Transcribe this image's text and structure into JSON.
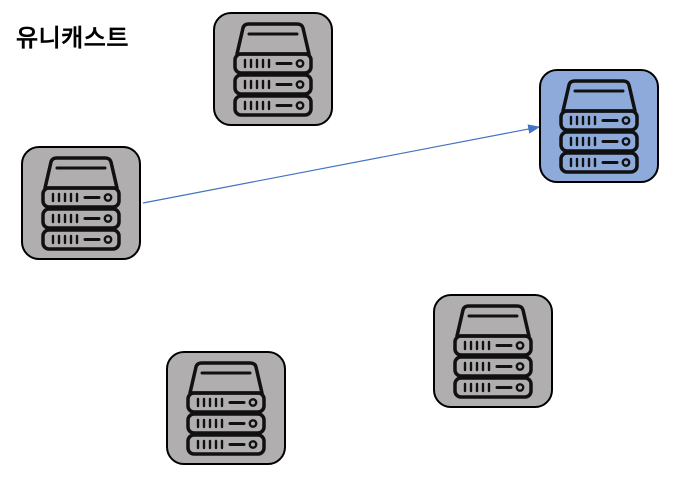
{
  "title": "유니캐스트",
  "colors": {
    "node_default": "#b0aeae",
    "node_highlight": "#8eaadb",
    "arrow": "#4472c4",
    "icon_stroke": "#111111"
  },
  "nodes": [
    {
      "id": "server-top",
      "icon": "server-rack-icon",
      "highlighted": false
    },
    {
      "id": "server-left",
      "icon": "server-rack-icon",
      "highlighted": false
    },
    {
      "id": "server-right",
      "icon": "server-rack-icon",
      "highlighted": true
    },
    {
      "id": "server-bottom-right",
      "icon": "server-rack-icon",
      "highlighted": false
    },
    {
      "id": "server-bottom-left",
      "icon": "server-rack-icon",
      "highlighted": false
    }
  ],
  "edges": [
    {
      "from": "server-left",
      "to": "server-right",
      "type": "unicast-arrow"
    }
  ]
}
